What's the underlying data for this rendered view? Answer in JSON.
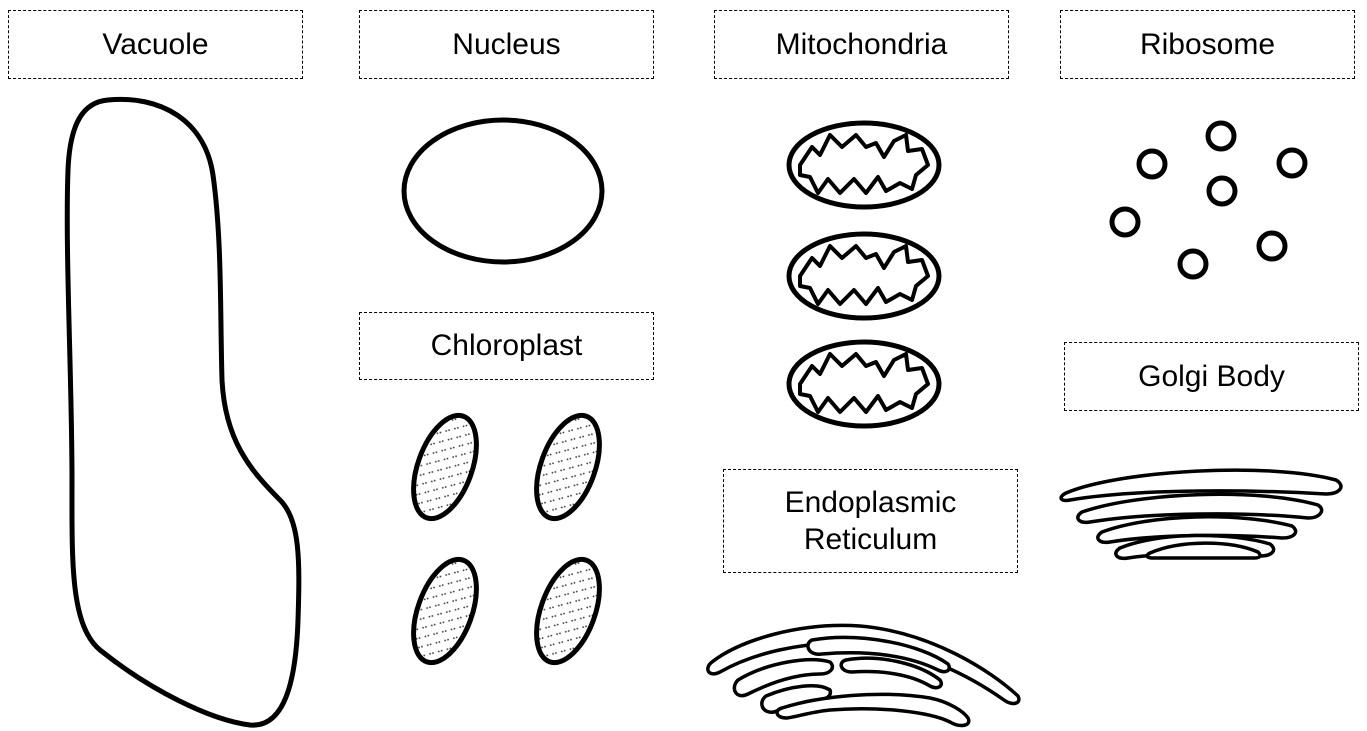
{
  "labels": {
    "vacuole": "Vacuole",
    "nucleus": "Nucleus",
    "mitochondria": "Mitochondria",
    "ribosome": "Ribosome",
    "chloroplast": "Chloroplast",
    "golgi_body": "Golgi Body",
    "er_line1": "Endoplasmic",
    "er_line2": "Reticulum"
  }
}
